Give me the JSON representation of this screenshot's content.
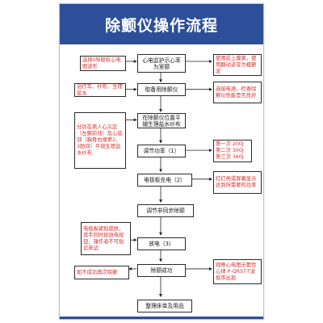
{
  "title": "除颤仪操作流程",
  "steps": {
    "monitor": "心电监护示心率为室颤",
    "fetch": "取备用除颤仪",
    "place": "在除颤仪位置平铺生理盐水纱布",
    "energy": "调节功率（1）",
    "charge": "电极板充电（2）",
    "async": "调节非同步除颤",
    "discharge": "放电（3）",
    "success": "除颤成功",
    "finish": "整理床单及用品"
  },
  "left_notes": {
    "lead": "选择II导联校心电图波形",
    "supplies": "治疗车、纱布、生理盐水",
    "position": "分别在病人心尖区（左腋前线）及心底部（胸骨右缘第2、3肋间）平放生理盐水纱布",
    "paddles": "电极板紧贴皮肤，双手同时按放电按钮，操作者不可贴近床边",
    "retry": "如不成功再次除颤"
  },
  "right_notes": {
    "check": "使用前上膜离，使用翻动迹变为粗颤波",
    "power": "连接电源，检查除颤仪性能是否良好",
    "levels": "第一次 200J\n第二次 300J\n第三次 360J",
    "lights": "红灯亮或屏幕显示达到所需要的功率",
    "record": "观察心电图示窦性心律 P-QRST-T波按序出现"
  },
  "colors": {
    "banner": "#2d4f9a",
    "note_text": "#d4302c"
  }
}
